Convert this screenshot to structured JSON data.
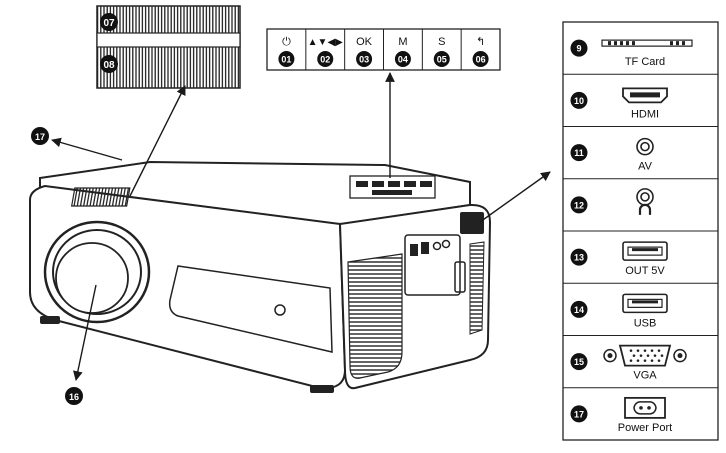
{
  "callouts": {
    "n07": "07",
    "n08": "08",
    "n16": "16",
    "n17": "17"
  },
  "control_panel": {
    "keys": [
      {
        "number": "01",
        "symbol": "⏻",
        "icon": "power-icon"
      },
      {
        "number": "02",
        "symbol": "▲▼◀▶",
        "icon": "direction-arrows-icon"
      },
      {
        "number": "03",
        "symbol": "OK",
        "icon": "ok-icon"
      },
      {
        "number": "04",
        "symbol": "M",
        "icon": "menu-icon"
      },
      {
        "number": "05",
        "symbol": "S",
        "icon": "source-icon"
      },
      {
        "number": "06",
        "symbol": "↰",
        "icon": "return-icon"
      }
    ]
  },
  "ports": [
    {
      "number": "9",
      "label": "TF Card",
      "icon": "tf-card-slot-icon"
    },
    {
      "number": "10",
      "label": "HDMI",
      "icon": "hdmi-port-icon"
    },
    {
      "number": "11",
      "label": "AV",
      "icon": "av-jack-icon"
    },
    {
      "number": "12",
      "label": "",
      "icon": "headphone-jack-icon"
    },
    {
      "number": "13",
      "label": "OUT 5V",
      "icon": "usb-out-5v-icon"
    },
    {
      "number": "14",
      "label": "USB",
      "icon": "usb-port-icon"
    },
    {
      "number": "15",
      "label": "VGA",
      "icon": "vga-port-icon"
    },
    {
      "number": "17",
      "label": "Power Port",
      "icon": "power-port-icon"
    }
  ],
  "colors": {
    "power_symbol": "#d42a2a",
    "line": "#1a1a1a",
    "badge": "#111111"
  }
}
